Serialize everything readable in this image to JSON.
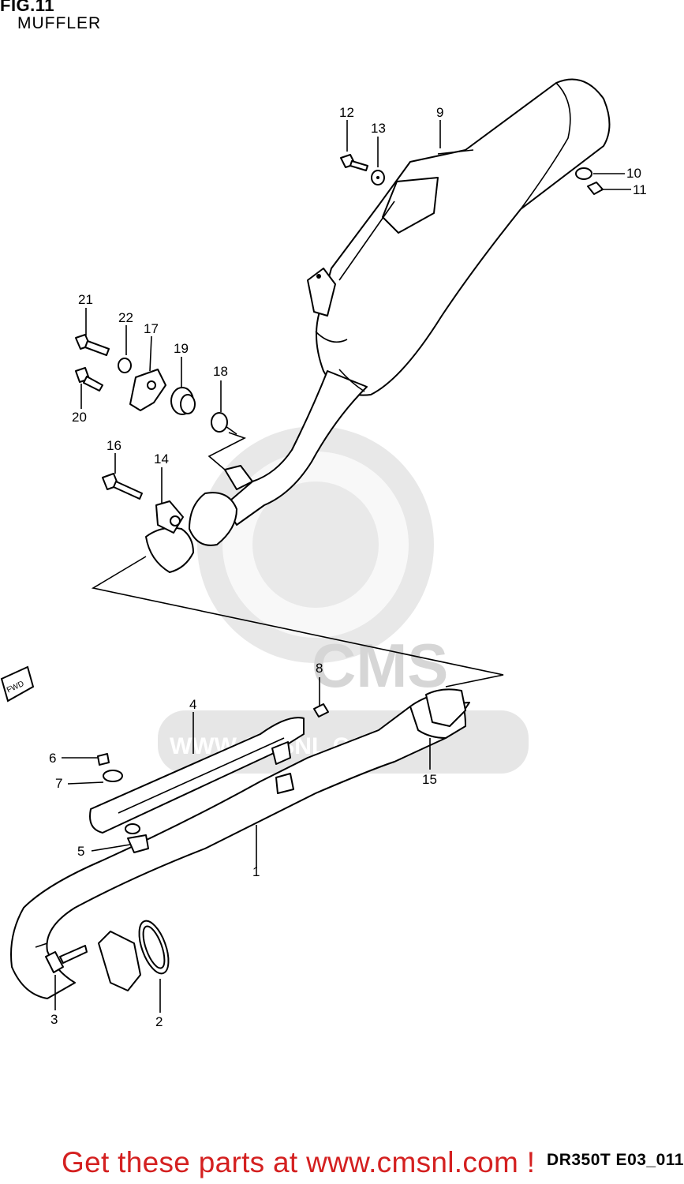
{
  "figure": {
    "title": "FIG.11",
    "subtitle": "MUFFLER",
    "code": "DR350T E03_011",
    "footer": "Get these parts at www.cmsnl.com !"
  },
  "watermark": {
    "brand": "CMS",
    "url": "WWW.CMSNL.COM"
  },
  "fwd_label": "FWD",
  "callouts": {
    "c1": "1",
    "c2": "2",
    "c3": "3",
    "c4": "4",
    "c5": "5",
    "c6": "6",
    "c7": "7",
    "c8": "8",
    "c9": "9",
    "c10": "10",
    "c11": "11",
    "c12": "12",
    "c13": "13",
    "c14": "14",
    "c15": "15",
    "c16": "16",
    "c17": "17",
    "c18": "18",
    "c19": "19",
    "c20": "20",
    "c21": "21",
    "c22": "22"
  },
  "colors": {
    "footer": "#d42020",
    "watermark": "#d6d6d6"
  }
}
